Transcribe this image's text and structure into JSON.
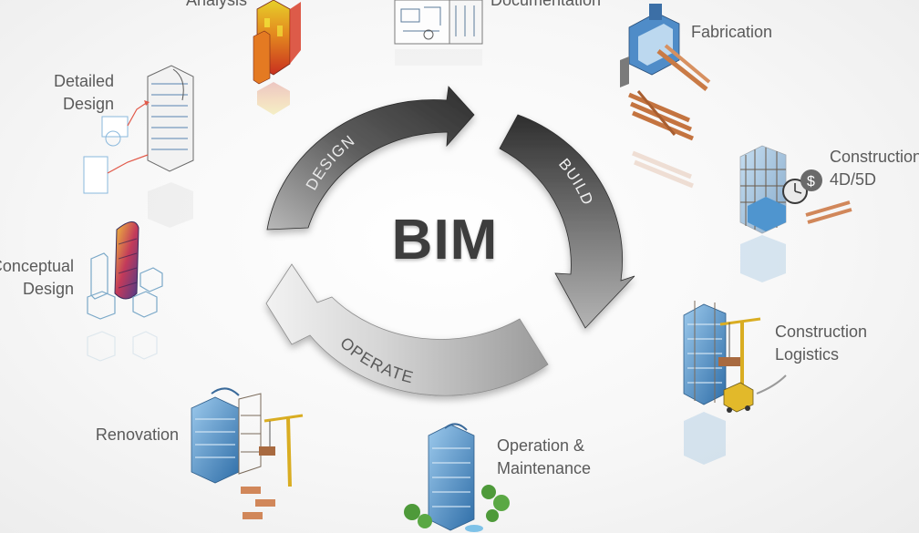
{
  "center_label": "BIM",
  "cycle": {
    "design": "DESIGN",
    "build": "BUILD",
    "operate": "OPERATE"
  },
  "stages": {
    "analysis": [
      "Analysis"
    ],
    "documentation": [
      "Documentation"
    ],
    "fabrication": [
      "Fabrication"
    ],
    "construction_4d5d": [
      "Construction",
      "4D/5D"
    ],
    "construction_logistics": [
      "Construction",
      "Logistics"
    ],
    "operation_maintenance": [
      "Operation &",
      "Maintenance"
    ],
    "renovation": [
      "Renovation"
    ],
    "conceptual_design": [
      "Conceptual",
      "Design"
    ],
    "detailed_design": [
      "Detailed",
      "Design"
    ]
  },
  "colors": {
    "label_text": "#5a5a5a",
    "title_text": "#3d3d3d",
    "arrow_dark": "#3a3a3a",
    "arrow_mid": "#8a8a8a",
    "arrow_light": "#d8d8d8",
    "building_blue": "#4f95cf",
    "crane_yellow": "#e2b92a",
    "timber_orange": "#d1875a",
    "heat_red": "#d8402a"
  }
}
